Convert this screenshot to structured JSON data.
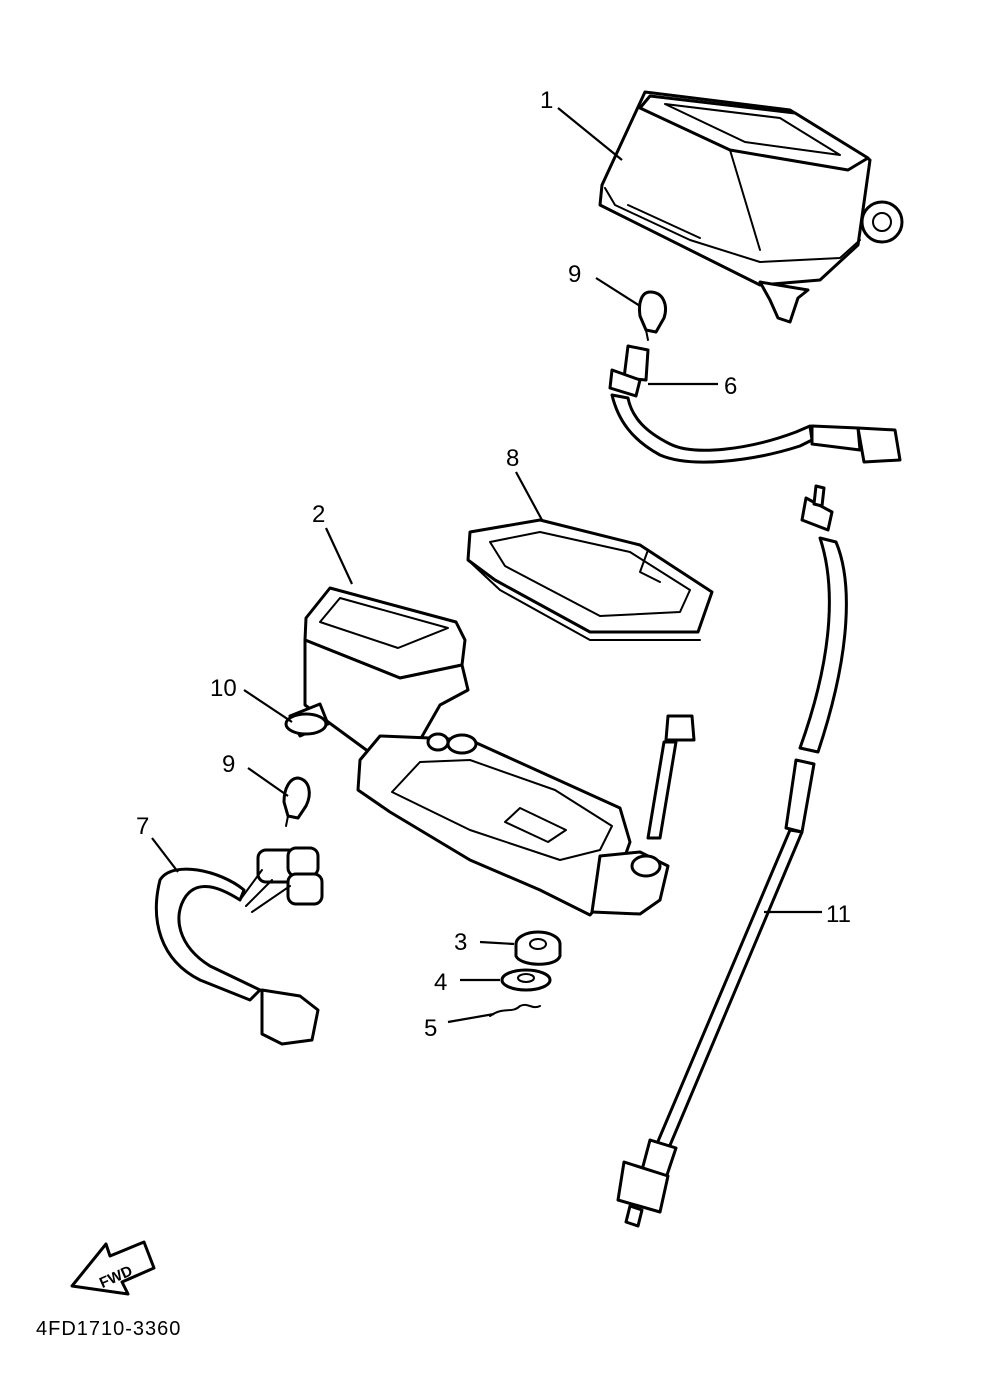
{
  "callouts": {
    "c1": "1",
    "c2": "2",
    "c3": "3",
    "c4": "4",
    "c5": "5",
    "c6": "6",
    "c7": "7",
    "c8": "8",
    "c9a": "9",
    "c9b": "9",
    "c10": "10",
    "c11": "11"
  },
  "fwd_label": "FWD",
  "drawing_code": "4FD1710-3360",
  "icons": {
    "fwd": "fwd-arrow-icon"
  }
}
